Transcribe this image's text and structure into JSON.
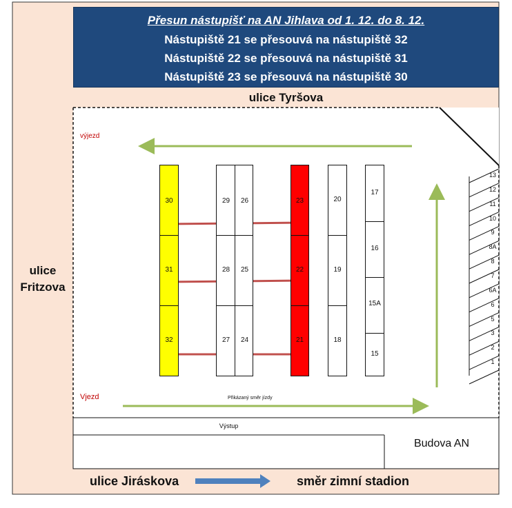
{
  "colors": {
    "street_fill": "#fbe4d5",
    "banner_bg": "#1f497d",
    "banner_text": "#ffffff",
    "platform_yellow": "#ffff00",
    "platform_red": "#ff0000",
    "arrow_green": "#9bbb59",
    "arrow_red": "#c0504d",
    "arrow_blue": "#4f81bd",
    "label_red": "#c00000"
  },
  "banner": {
    "title": "Přesun nástupišť na AN Jihlava od 1. 12. do 8. 12.",
    "lines": [
      "Nástupiště 21 se přesouvá na nástupiště 32",
      "Nástupiště 22 se přesouvá na nástupiště 31",
      "Nástupiště 23 se přesouvá na nástupiště 30"
    ]
  },
  "streets": {
    "top": "ulice Tyršova",
    "left_line1": "ulice",
    "left_line2": "Fritzova",
    "bottom_left": "ulice Jiráskova",
    "bottom_right": "směr zimní stadion"
  },
  "labels": {
    "exit": "výjezd",
    "entry": "Vjezd",
    "direction": "Přikázaný směr jízdy",
    "vystup": "Výstup",
    "building": "Budova AN"
  },
  "platforms": {
    "yellow": [
      "30",
      "31",
      "32"
    ],
    "col_a": [
      "29",
      "28",
      "27"
    ],
    "col_b": [
      "26",
      "25",
      "24"
    ],
    "red": [
      "23",
      "22",
      "21"
    ],
    "col_c": [
      "20",
      "19",
      "18"
    ],
    "col_d": [
      "17",
      "16",
      "15A",
      "15"
    ],
    "diagonal": [
      "13",
      "12",
      "11",
      "10",
      "9",
      "8A",
      "8",
      "7",
      "6A",
      "6",
      "5",
      "3",
      "2",
      "1"
    ]
  }
}
